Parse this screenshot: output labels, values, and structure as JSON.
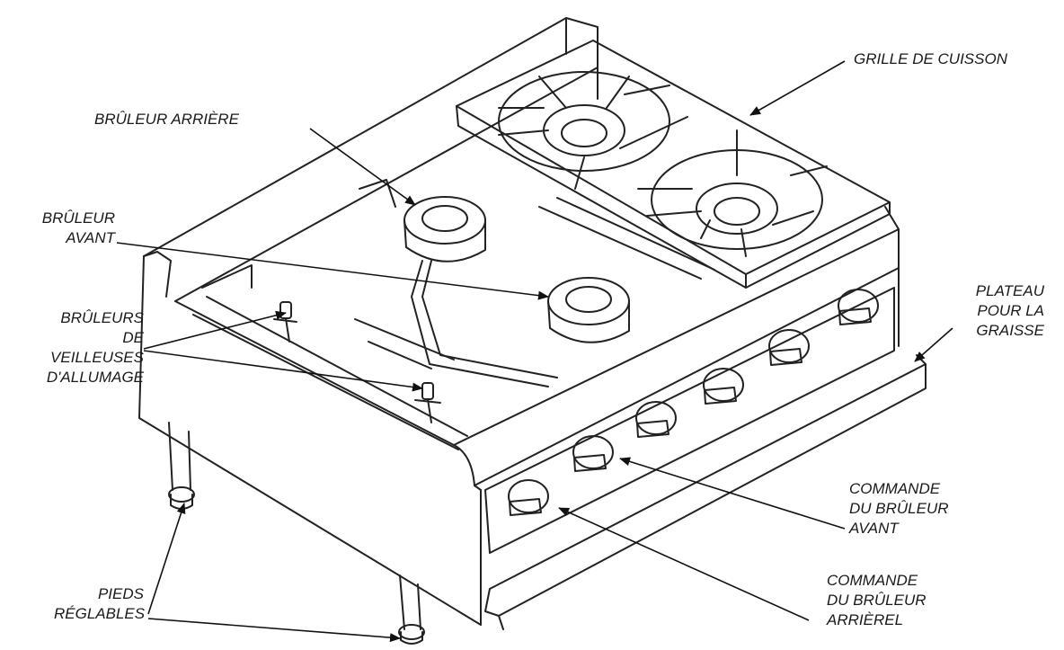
{
  "labels": {
    "grille": [
      "GRILLE DE CUISSON"
    ],
    "rear_burner": [
      "BRÛLEUR ARRIÈRE"
    ],
    "front_burner": [
      "BRÛLEUR",
      "AVANT"
    ],
    "pilots": [
      "BRÛLEURS",
      "DE",
      "VEILLEUSES",
      "D'ALLUMAGE"
    ],
    "grease_tray": [
      "PLATEAU",
      "POUR LA",
      "GRAISSE"
    ],
    "front_control": [
      "COMMANDE",
      "DU BRÛLEUR",
      "AVANT"
    ],
    "rear_control": [
      "COMMANDE",
      "DU BRÛLEUR",
      "ARRIÈREL"
    ],
    "feet": [
      "PIEDS",
      "RÉGLABLES"
    ]
  }
}
